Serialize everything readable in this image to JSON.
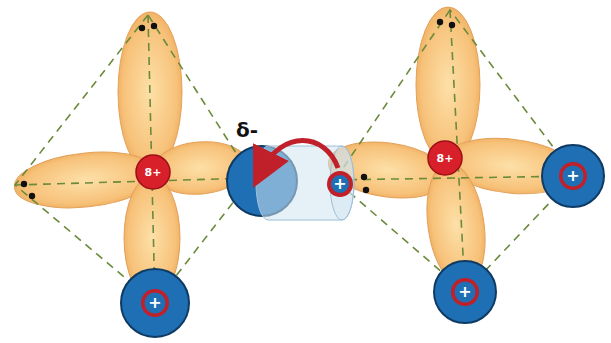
{
  "diagram": {
    "nodes": [
      {
        "text": [
          "8+"
        ]
      },
      {
        "text": [
          "+"
        ]
      },
      {
        "text": [
          "8+"
        ]
      },
      {
        "text": [
          "+"
        ]
      },
      {
        "text": [
          "+"
        ]
      },
      {
        "text": [
          "+"
        ]
      }
    ],
    "labels": [
      "δ-"
    ]
  }
}
